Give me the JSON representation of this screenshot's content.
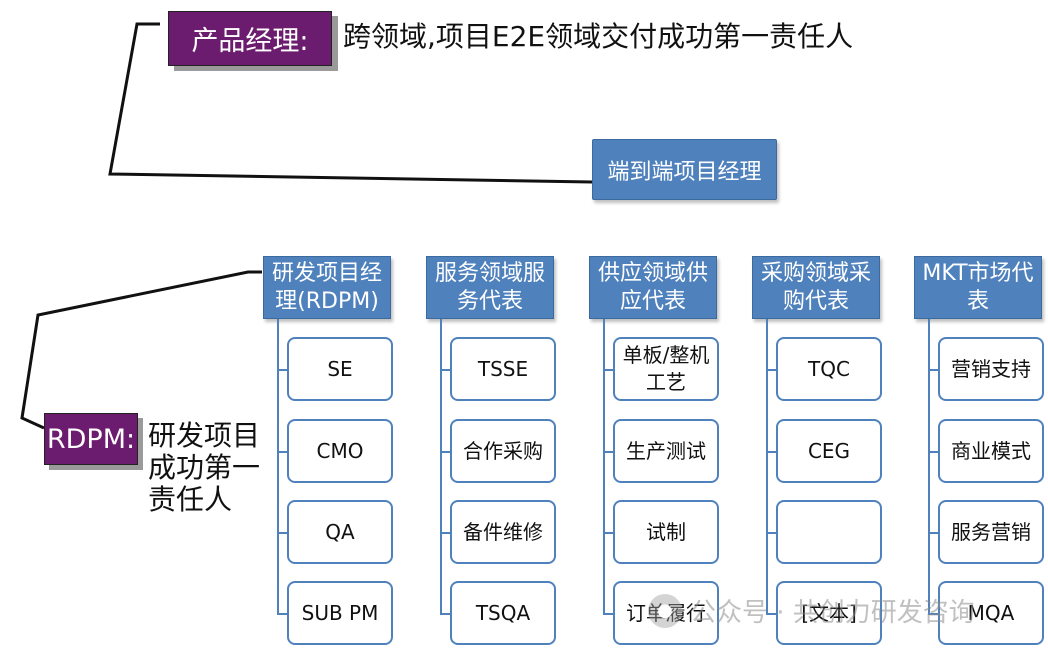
{
  "product_manager": {
    "label": "产品经理:",
    "description": "跨领域,项目E2E领域交付成功第一责任人"
  },
  "e2e_manager": {
    "label": "端到端项目经理"
  },
  "rdpm": {
    "label": "RDPM:",
    "description": "研发项目成功第一责任人"
  },
  "columns": [
    {
      "header": "研发项目经理(RDPM)",
      "children": [
        "SE",
        "CMO",
        "QA",
        "SUB PM"
      ]
    },
    {
      "header": "服务领域服务代表",
      "children": [
        "TSSE",
        "合作采购",
        "备件维修",
        "TSQA"
      ]
    },
    {
      "header": "供应领域供应代表",
      "children": [
        "单板/整机工艺",
        "生产测试",
        "试制",
        "订单履行"
      ]
    },
    {
      "header": "采购领域采购代表",
      "children": [
        "TQC",
        "CEG",
        "",
        "[文本]"
      ]
    },
    {
      "header": "MKT市场代表",
      "children": [
        "营销支持",
        "商业模式",
        "服务营销",
        "MQA"
      ]
    }
  ],
  "watermark": {
    "text": "公众号 · 共创力研发咨询",
    "icon": "wechat-icon"
  },
  "colors": {
    "accent_purple": "#6c1c6e",
    "box_blue": "#4f81bd"
  }
}
